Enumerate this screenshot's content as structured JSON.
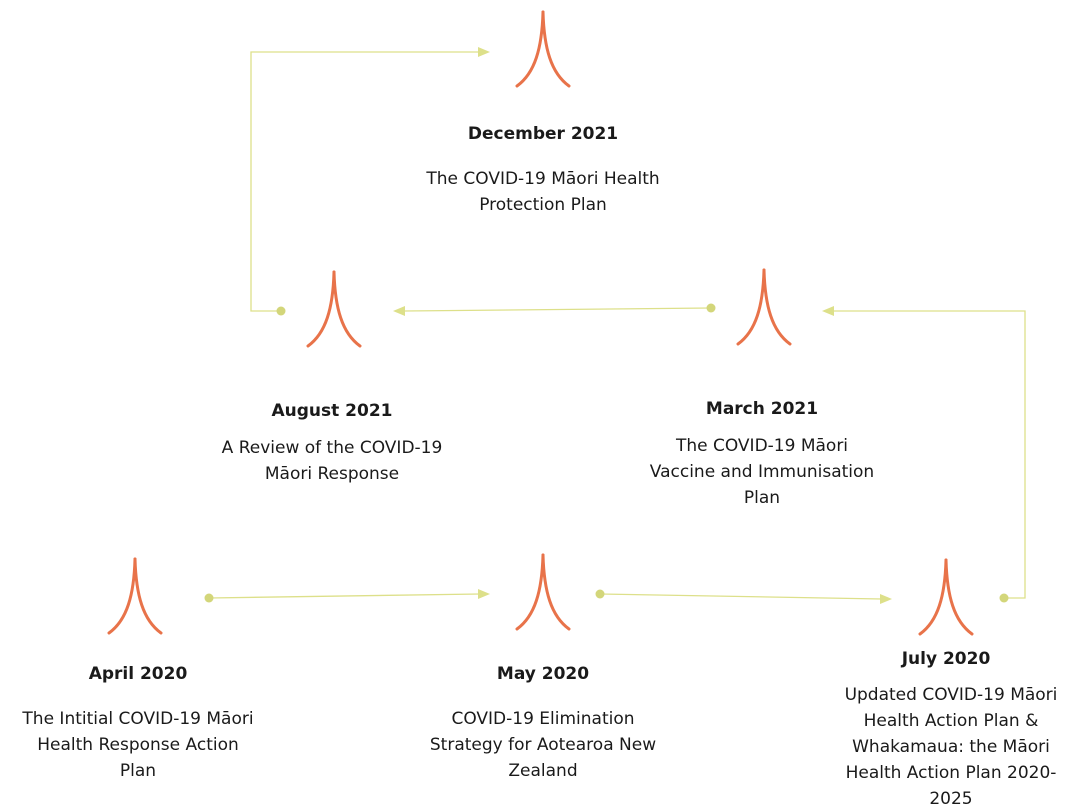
{
  "colors": {
    "icon": "#e8734a",
    "connector": "#dde08a",
    "connector_dot": "#d3d67a",
    "text": "#1a1a1a"
  },
  "nodes": {
    "dec_2021": {
      "date": "December 2021",
      "lines": [
        "The COVID-19 Māori Health",
        "Protection Plan"
      ]
    },
    "aug_2021": {
      "date": "August 2021",
      "lines": [
        "A Review of the COVID-19",
        "Māori Response"
      ]
    },
    "mar_2021": {
      "date": "March 2021",
      "lines": [
        "The COVID-19 Māori",
        "Vaccine and Immunisation",
        "Plan"
      ]
    },
    "apr_2020": {
      "date": "April 2020",
      "lines": [
        "The Intitial COVID-19 Māori",
        "Health Response Action",
        "Plan"
      ]
    },
    "may_2020": {
      "date": "May 2020",
      "lines": [
        "COVID-19 Elimination",
        "Strategy for Aotearoa New",
        "Zealand"
      ]
    },
    "jul_2020": {
      "date": "July 2020",
      "lines": [
        "Updated COVID-19 Māori",
        "Health Action Plan &",
        "Whakamaua: the Māori",
        "Health Action Plan 2020-",
        "2025"
      ]
    }
  },
  "icon_name": "koru-peak-icon"
}
